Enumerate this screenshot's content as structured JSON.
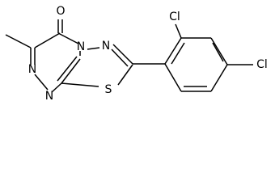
{
  "atoms": {
    "carbonyl_oxygen": "O",
    "triazine_nitrogen_a": "N",
    "triazine_nitrogen_b": "N",
    "bridge_nitrogen": "N",
    "thiadiazole_nitrogen": "N",
    "sulfur": "S",
    "chlorine_ortho": "Cl",
    "chlorine_para": "Cl"
  }
}
